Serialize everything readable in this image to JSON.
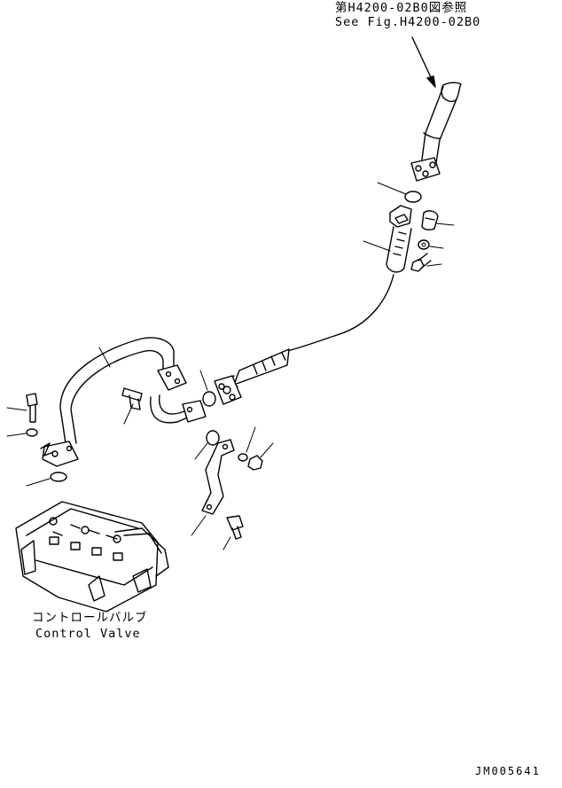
{
  "reference": {
    "japanese": "第H4200-02B0図参照",
    "english": "See Fig.H4200-02B0"
  },
  "control_valve": {
    "japanese": "コントロールバルブ",
    "english": "Control Valve"
  },
  "figure_code": "JM005641"
}
